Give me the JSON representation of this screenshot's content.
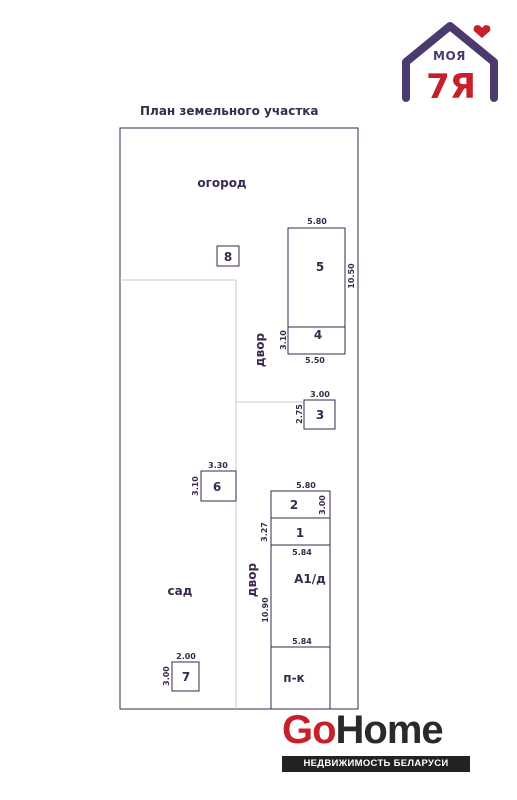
{
  "title": "План земельного участка",
  "zones": {
    "garden_veg": "огород",
    "yard_top": "двор",
    "yard_bottom": "двор",
    "orchard": "сад"
  },
  "buildings": {
    "b1": "1",
    "b2": "2",
    "b3": "3",
    "b4": "4",
    "b5": "5",
    "b6": "6",
    "b7": "7",
    "b8": "8",
    "a1d": "А1/д",
    "pk": "п-к"
  },
  "dimensions": {
    "b5_width": "5.80",
    "b5_height": "10.50",
    "b4_height": "3.10",
    "b4_width": "5.50",
    "b3_width": "3.00",
    "b3_height": "2.75",
    "b6_width": "3.30",
    "b6_height": "3.10",
    "house_width": "5.80",
    "b2_height": "3.00",
    "b1_height": "3.27",
    "a1d_width": "5.84",
    "a1d_height": "10.90",
    "pk_width": "5.84",
    "b7_width": "2.00",
    "b7_height": "3.00"
  },
  "logos": {
    "moya_text": "МОЯ",
    "moya_mark": "7Я",
    "gohome_go": "Go",
    "gohome_home": "Home",
    "gohome_sub": "НЕДВИЖИМОСТЬ БЕЛАРУСИ"
  },
  "colors": {
    "ink": "#3a2a4e",
    "line": "#c8c8c8",
    "logo_purple": "#4a3a6e",
    "logo_red": "#c8202a"
  }
}
